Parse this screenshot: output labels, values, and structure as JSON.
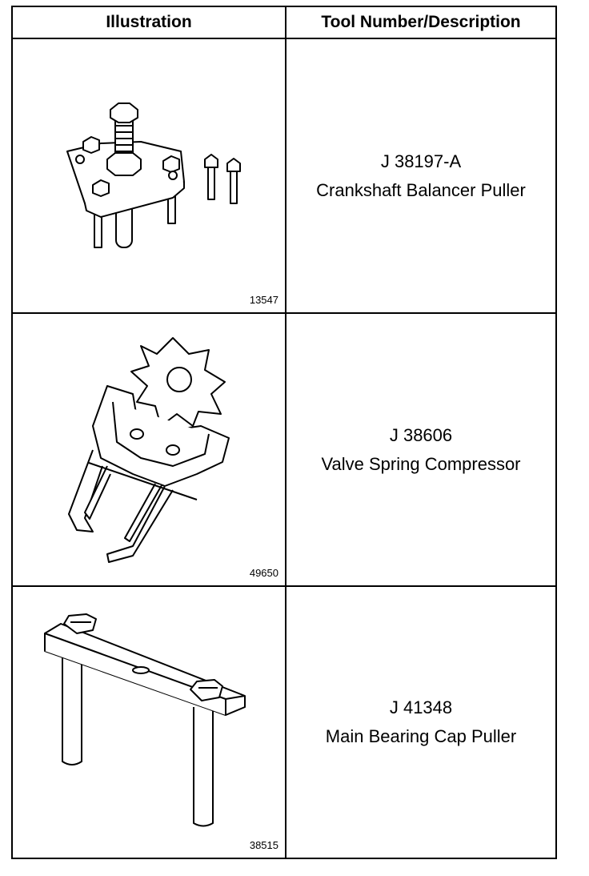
{
  "header": {
    "illustration": "Illustration",
    "tool": "Tool Number/Description"
  },
  "rows": [
    {
      "figure": "13547",
      "tool_number": "J 38197-A",
      "description": "Crankshaft Balancer Puller",
      "icon": "crankshaft-balancer-puller-icon"
    },
    {
      "figure": "49650",
      "tool_number": "J 38606",
      "description": "Valve Spring Compressor",
      "icon": "valve-spring-compressor-icon"
    },
    {
      "figure": "38515",
      "tool_number": "J 41348",
      "description": "Main Bearing Cap Puller",
      "icon": "main-bearing-cap-puller-icon"
    }
  ]
}
